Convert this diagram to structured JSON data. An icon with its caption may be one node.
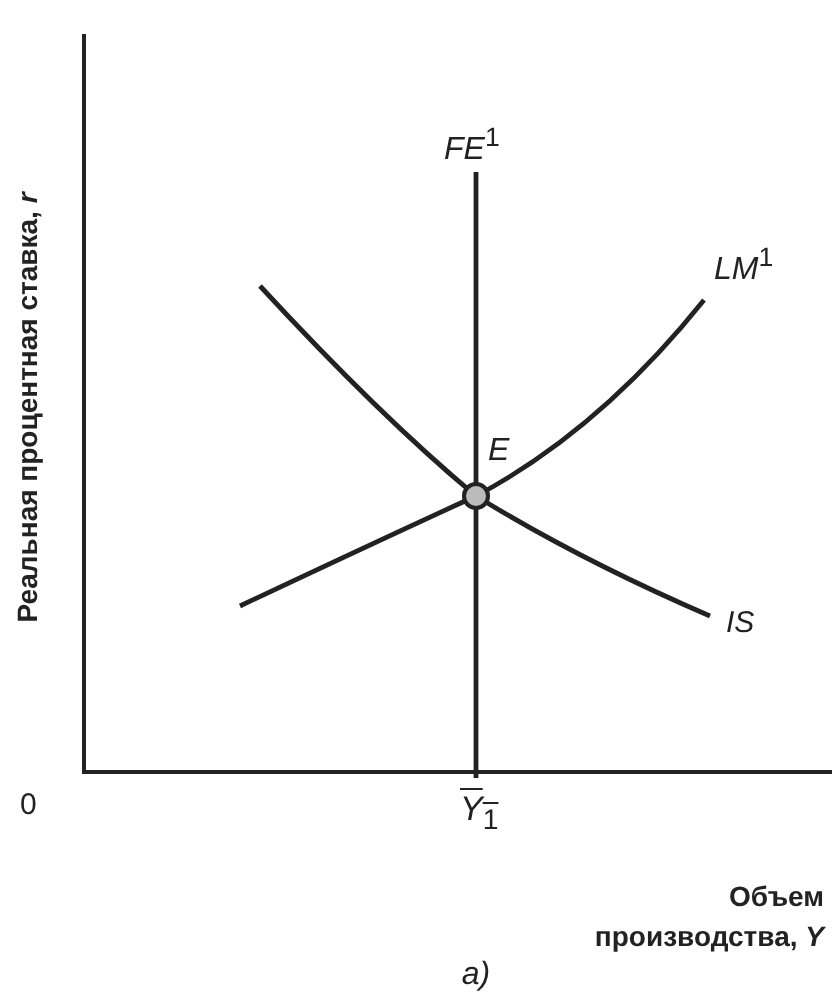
{
  "diagram": {
    "caption": "а)",
    "labels": [
      "Реальная процентная ставка, *r*",
      "*FE*$^{1}$",
      "*LM*$^{1}$",
      "*E*",
      "*IS*",
      "0",
      "*Y*$_{1}$",
      "Объем производства, *Y*"
    ]
  }
}
